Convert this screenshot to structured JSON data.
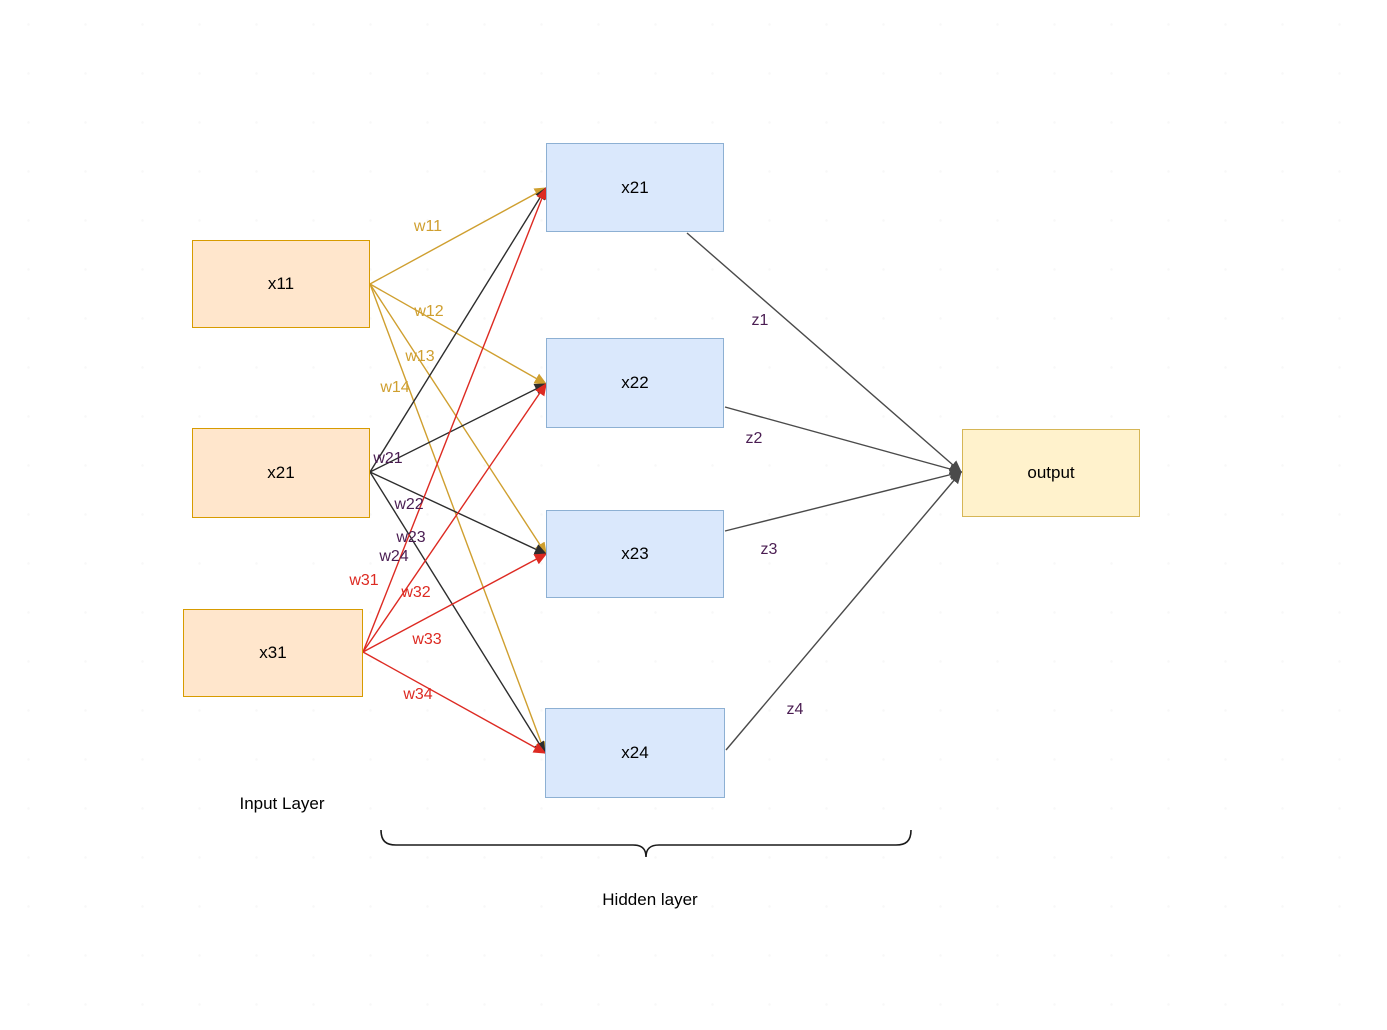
{
  "nodes": {
    "input": [
      {
        "label": "x11"
      },
      {
        "label": "x21"
      },
      {
        "label": "x31"
      }
    ],
    "hidden": [
      {
        "label": "x21"
      },
      {
        "label": "x22"
      },
      {
        "label": "x23"
      },
      {
        "label": "x24"
      }
    ],
    "output": [
      {
        "label": "output"
      }
    ]
  },
  "captions": {
    "input_layer": "Input Layer",
    "hidden_layer": "Hidden layer"
  },
  "edge_labels": {
    "w11": "w11",
    "w12": "w12",
    "w13": "w13",
    "w14": "w14",
    "w21": "w21",
    "w22": "w22",
    "w23": "w23",
    "w24": "w24",
    "w31": "w31",
    "w32": "w32",
    "w33": "w33",
    "w34": "w34",
    "z1": "z1",
    "z2": "z2",
    "z3": "z3",
    "z4": "z4"
  },
  "colors": {
    "input_fill": "#ffe6cc",
    "input_stroke": "#d79b00",
    "hidden_fill": "#dae8fc",
    "hidden_stroke": "#8db0d3",
    "output_fill": "#fff2cc",
    "output_stroke": "#d6b656",
    "edge_gold": "#cf9f2f",
    "edge_black": "#2d2d2d",
    "edge_red": "#dd2a22",
    "edge_gray": "#4a4a4a",
    "label_purple": "#4a1d52"
  }
}
